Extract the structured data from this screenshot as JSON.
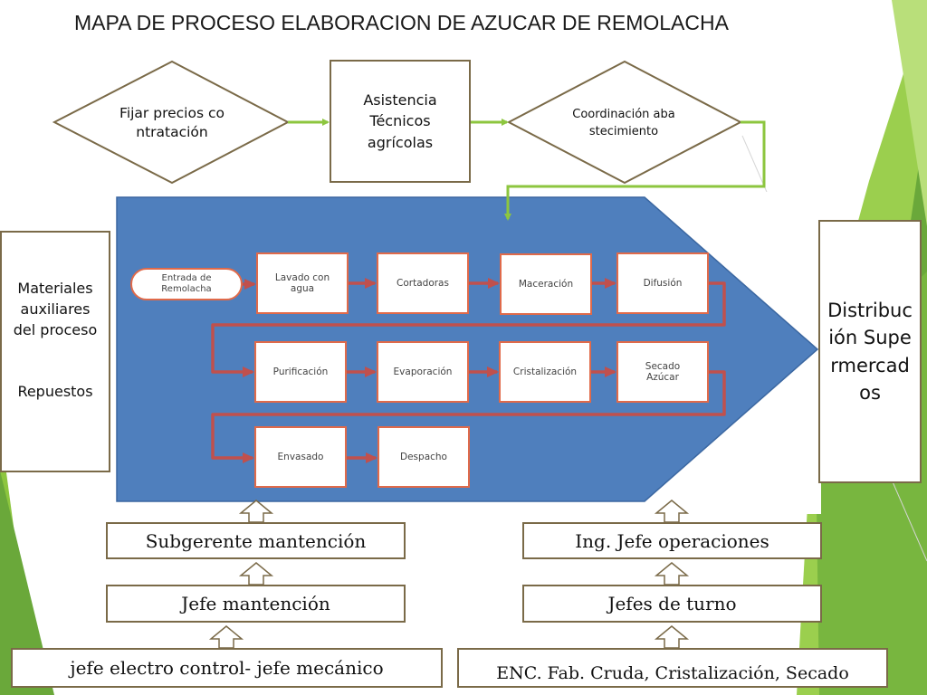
{
  "title": "MAPA DE PROCESO ELABORACION DE AZUCAR DE REMOLACHA",
  "top": {
    "fijar": "Fijar precios contratación",
    "asistencia": "Asistencia Técnicos agrícolas",
    "coordinacion": "Coordinación abastecimiento"
  },
  "left_box": {
    "materiales": "Materiales auxiliares del proceso",
    "repuestos": "Repuestos"
  },
  "right_box": "Distribución Supermercados",
  "process": {
    "entrada": "Entrada de Remolacha",
    "steps": [
      "Lavado con agua",
      "Cortadoras",
      "Maceración",
      "Difusión",
      "Purificación",
      "Evaporación",
      "Cristalización",
      "Secado Azúcar",
      "Envasado",
      "Despacho"
    ]
  },
  "support_left": [
    "Subgerente mantención",
    "Jefe mantención",
    "jefe electro control- jefe mecánico"
  ],
  "support_right": [
    "Ing. Jefe operaciones",
    "Jefes de turno",
    "ENC. Fab. Cruda, Cristalización, Secado"
  ],
  "colors": {
    "process_blue": "#4f7fbd",
    "flow_red": "#c0504d",
    "flow_green": "#8dc63f",
    "box_border": "#7a6a48",
    "deco_green": "#7ab83c"
  }
}
